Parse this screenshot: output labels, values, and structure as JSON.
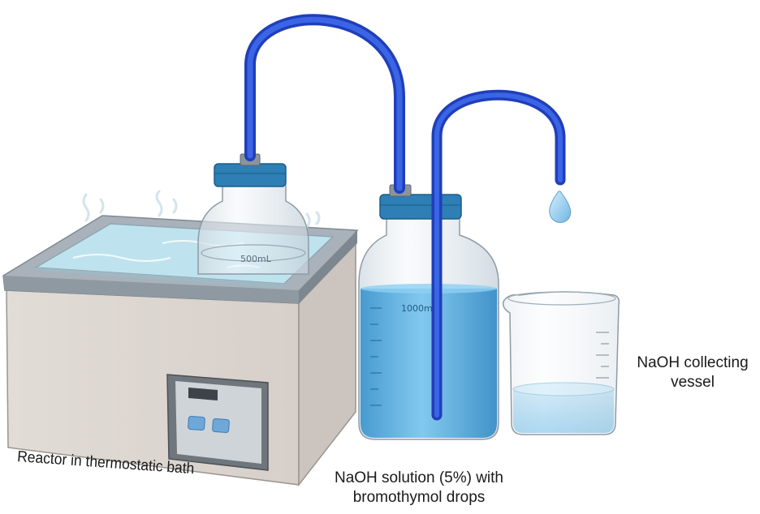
{
  "labels": {
    "reactor": "Reactor in thermostatic bath",
    "naoh_solution_line1": "NaOH solution (5%) with",
    "naoh_solution_line2": "bromothymol drops",
    "collecting_line1": "NaOH collecting",
    "collecting_line2": "vessel"
  },
  "volume_marks": {
    "reactor_bottle": "500mL",
    "naoh_bottle": "1000mL"
  },
  "colors": {
    "tube": "#2a4fd1",
    "cap": "#2d7fb5",
    "naoh_liquid": "#4aa8dd",
    "collected_liquid": "#a9d8f2",
    "bath_body": "#e8e3df",
    "bath_top": "#b9c1c8",
    "control_panel": "#6f767c"
  }
}
